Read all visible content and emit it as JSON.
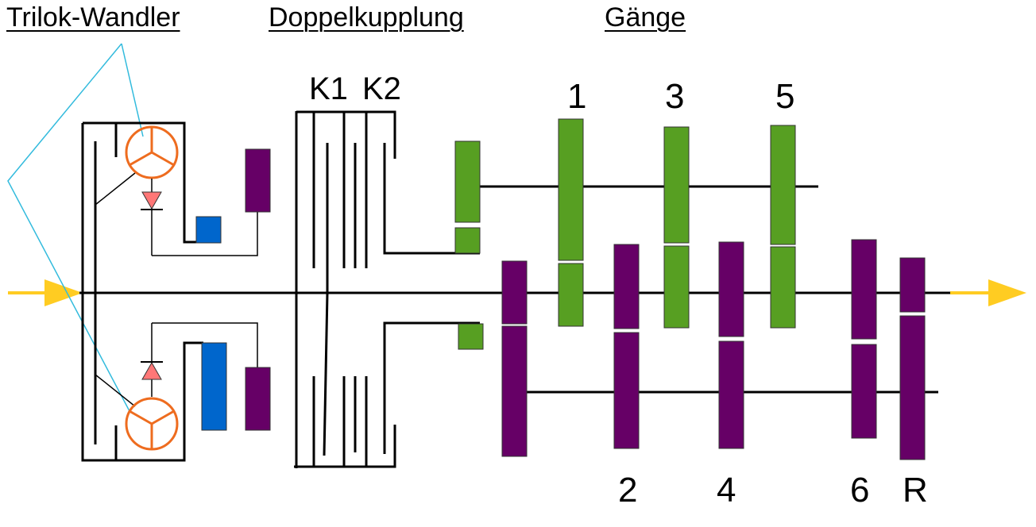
{
  "sections": {
    "converter": "Trilok-Wandler",
    "clutch": "Doppelkupplung",
    "gears": "Gänge"
  },
  "clutch_labels": {
    "k1": "K1",
    "k2": "K2"
  },
  "gear_labels": {
    "g1": "1",
    "g2": "2",
    "g3": "3",
    "g4": "4",
    "g5": "5",
    "g6": "6",
    "reverse": "R"
  },
  "colors": {
    "green": "#579f22",
    "purple": "#660066",
    "blue": "#0066cc",
    "orange": "#ee6c1f",
    "arrow": "#ffcc22",
    "cyan": "#33bbdd",
    "diode": "#ff7777"
  }
}
